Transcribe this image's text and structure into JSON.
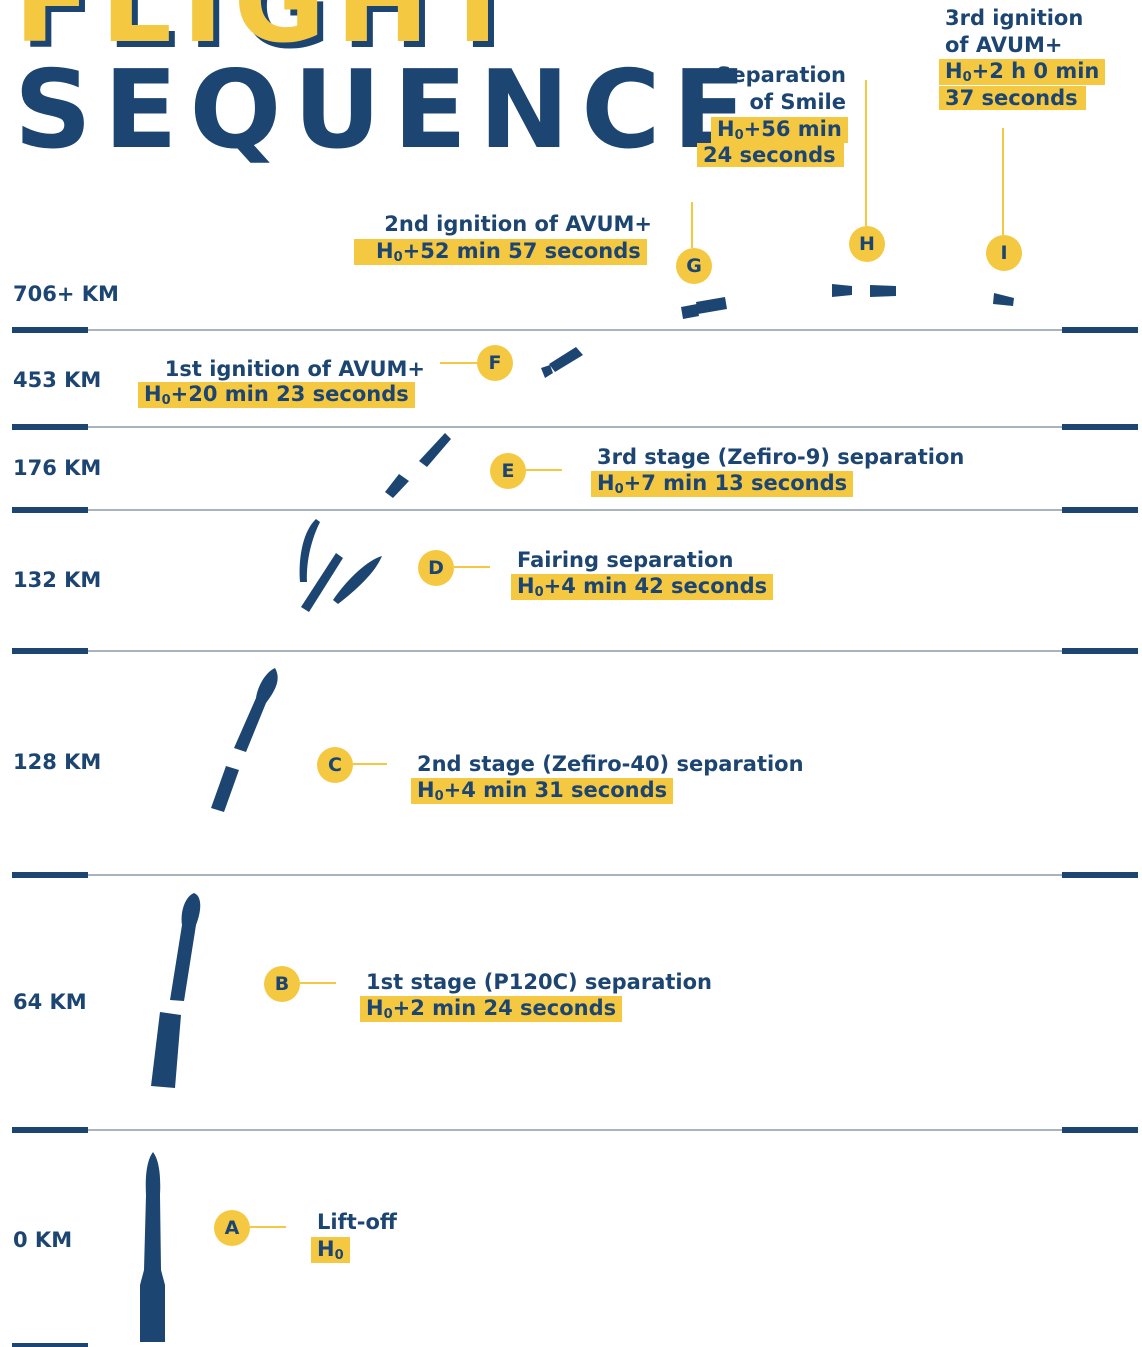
{
  "title": {
    "line1": "FLIGHT",
    "line2": "SEQUENCE"
  },
  "altitudes": [
    "706+ KM",
    "453 KM",
    "176 KM",
    "132 KM",
    "128 KM",
    "64 KM",
    "0 KM"
  ],
  "events": [
    {
      "id": "A",
      "label": "Lift-off",
      "time_main": "H",
      "time_rest": ""
    },
    {
      "id": "B",
      "label": "1st stage (P120C) separation",
      "time_main": "H",
      "time_rest": "+2 min 24 seconds"
    },
    {
      "id": "C",
      "label": "2nd stage (Zefiro-40) separation",
      "time_main": "H",
      "time_rest": "+4 min 31 seconds"
    },
    {
      "id": "D",
      "label": "Fairing separation",
      "time_main": "H",
      "time_rest": "+4 min 42 seconds"
    },
    {
      "id": "E",
      "label": "3rd stage (Zefiro-9) separation",
      "time_main": "H",
      "time_rest": "+7 min 13 seconds"
    },
    {
      "id": "F",
      "label": "1st ignition of AVUM+",
      "time_main": "H",
      "time_rest": "+20 min 23 seconds"
    },
    {
      "id": "G",
      "label": "2nd ignition of AVUM+",
      "time_main": "H",
      "time_rest": "+52 min 57 seconds"
    },
    {
      "id": "H",
      "label_line1": "Separation",
      "label_line2": "of Smile",
      "time_main": "H",
      "time_rest": "+56 min",
      "time_line2": "24 seconds"
    },
    {
      "id": "I",
      "label_line1": "3rd ignition",
      "label_line2": "of AVUM+",
      "time_main": "H",
      "time_rest": "+2 h 0 min",
      "time_line2": "37 seconds"
    }
  ],
  "subscript": "0",
  "colors": {
    "navy": "#1d4571",
    "yellow": "#f5c842",
    "line": "#a9b3bd"
  }
}
